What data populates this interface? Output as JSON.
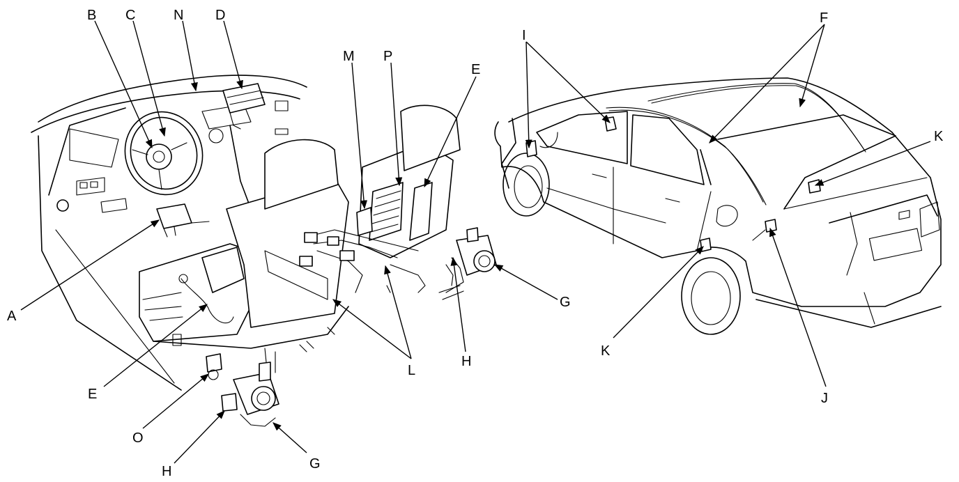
{
  "callouts": {
    "A": "A",
    "B": "B",
    "C": "C",
    "N": "N",
    "D": "D",
    "M": "M",
    "P": "P",
    "E1": "E",
    "E2": "E",
    "I": "I",
    "F": "F",
    "K1": "K",
    "K2": "K",
    "G1": "G",
    "G2": "G",
    "H1": "H",
    "H2": "H",
    "L": "L",
    "O": "O",
    "J": "J"
  }
}
